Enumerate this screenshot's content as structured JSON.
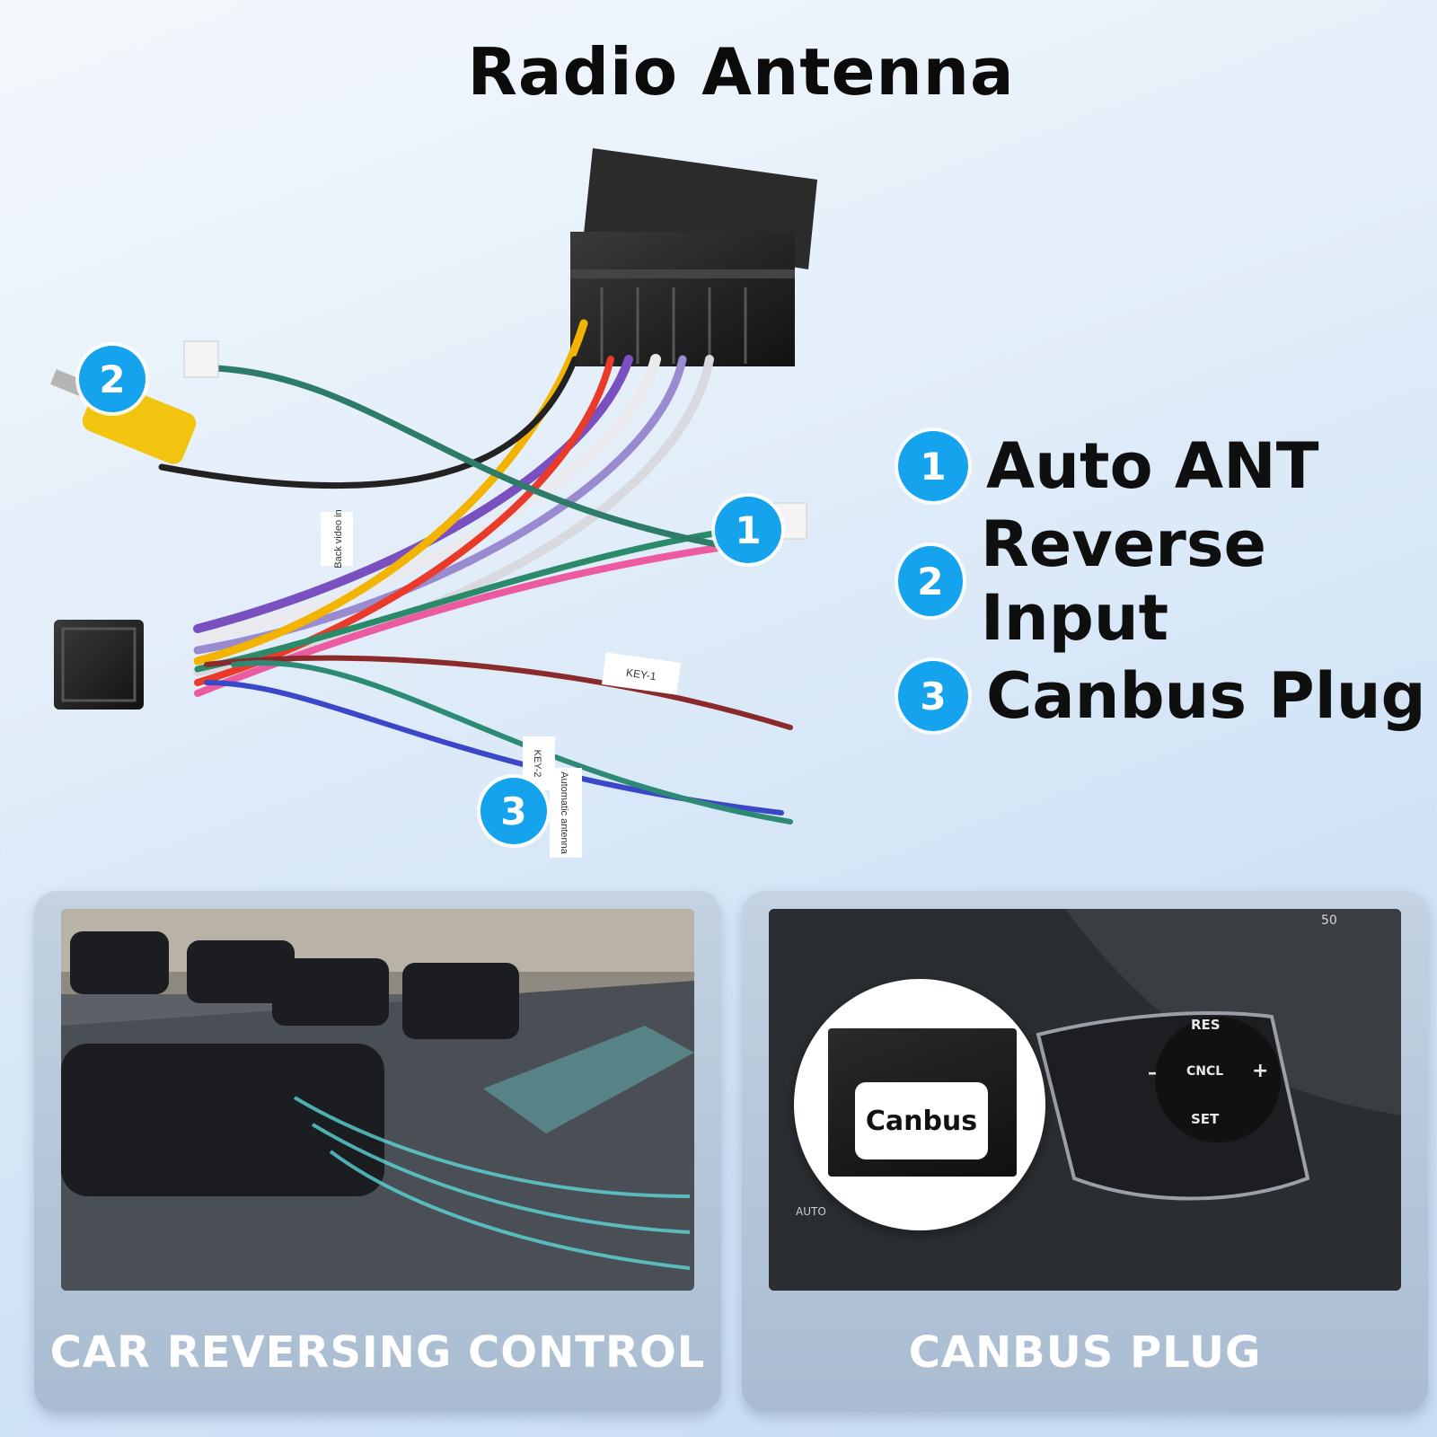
{
  "title": "Radio Antenna",
  "legend": [
    {
      "num": "1",
      "label": "Auto ANT"
    },
    {
      "num": "2",
      "label": "Reverse Input"
    },
    {
      "num": "3",
      "label": "Canbus Plug"
    }
  ],
  "harness_labels": {
    "back_video": "Back video in",
    "key1": "KEY-1",
    "key2": "KEY-2",
    "auto_antenna": "Automatic antenna"
  },
  "panels": [
    {
      "caption": "CAR REVERSING CONTROL"
    },
    {
      "caption": "CANBUS PLUG",
      "module_label": "Canbus"
    }
  ],
  "steering_buttons": {
    "res": "RES",
    "cncl": "CNCL",
    "set": "SET",
    "minus": "–",
    "plus": "+"
  },
  "dash_text": {
    "auto": "AUTO",
    "speed": "50"
  },
  "colors": {
    "badge": "#14a3ec",
    "panel": "#b4c4d6",
    "caption": "#ffffff"
  },
  "icons": [
    "coaxial-antenna-plug-icon",
    "rca-yellow-plug-icon",
    "iso-connector-icon",
    "quadlock-connector-icon"
  ]
}
